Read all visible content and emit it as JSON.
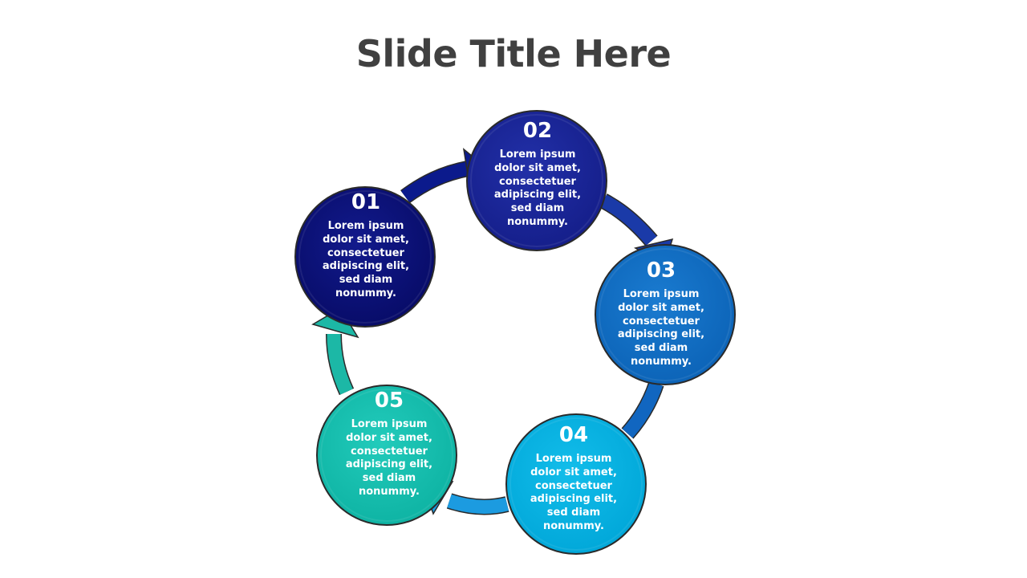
{
  "slide": {
    "title": "Slide Title Here"
  },
  "steps": [
    {
      "number": "01",
      "text": "Lorem ipsum dolor sit amet, consectetuer adipiscing elit, sed diam nonummy.",
      "color": "#0b0f7a"
    },
    {
      "number": "02",
      "text": "Lorem ipsum dolor sit amet, consectetuer adipiscing elit, sed diam nonummy.",
      "color": "#1a259b"
    },
    {
      "number": "03",
      "text": "Lorem ipsum dolor sit amet, consectetuer adipiscing elit, sed diam nonummy.",
      "color": "#0f6fc4"
    },
    {
      "number": "04",
      "text": "Lorem ipsum dolor sit amet, consectetuer adipiscing elit, sed diam nonummy.",
      "color": "#00b2e2"
    },
    {
      "number": "05",
      "text": "Lorem ipsum dolor sit amet, consectetuer adipiscing elit, sed diam nonummy.",
      "color": "#14c2b1"
    }
  ],
  "colors": {
    "title": "#404040",
    "outline": "#2a2a2a",
    "arrow_1_2": "#0b1a8c",
    "arrow_2_3": "#1a3aa8",
    "arrow_3_4": "#1166c0",
    "arrow_4_5": "#1c9be0",
    "arrow_5_1": "#1cb8a6"
  }
}
